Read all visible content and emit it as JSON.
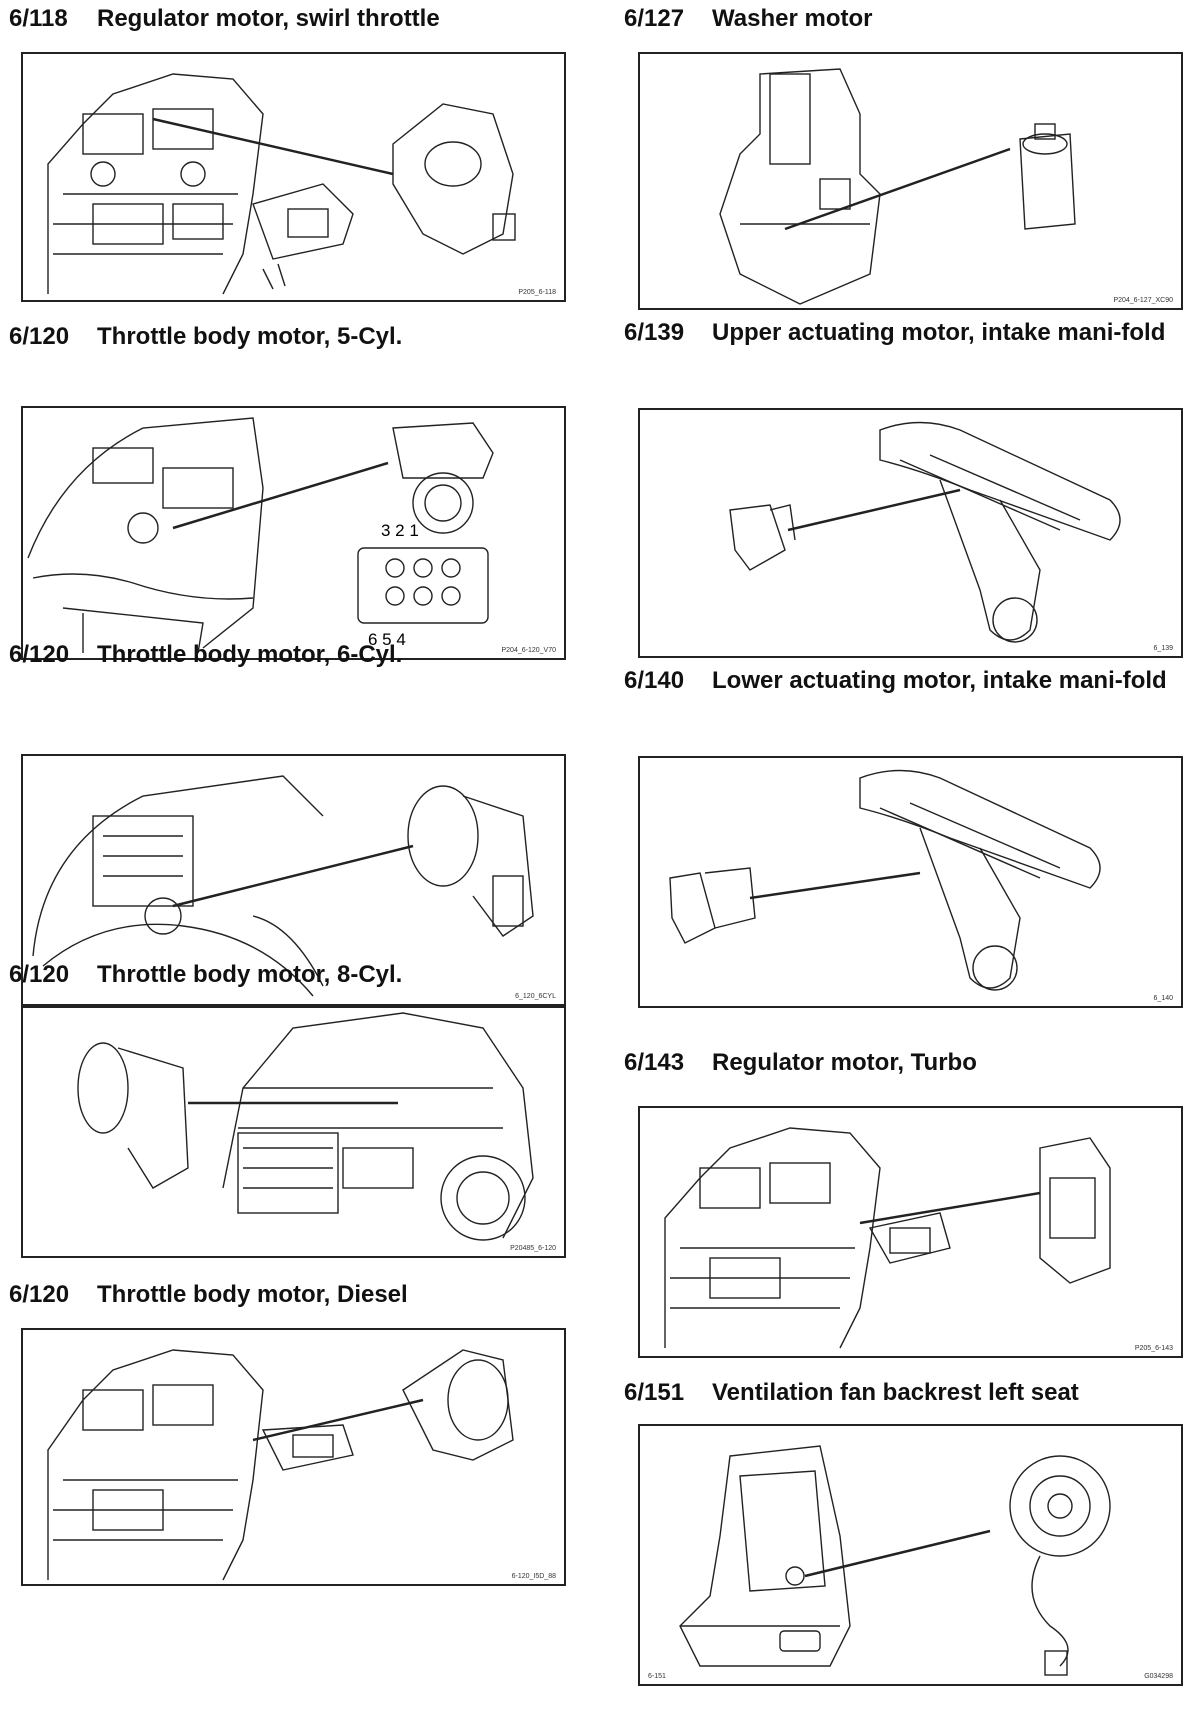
{
  "entries": [
    {
      "code": "6/118",
      "title": "Regulator motor, swirl throttle",
      "figure_ref": "P205_6-118",
      "icon": "engine-bay-swirl-throttle-illustration"
    },
    {
      "code": "6/120",
      "title": "Throttle body motor, 5-Cyl.",
      "figure_ref": "P204_6-120_V70",
      "icon": "throttle-body-5cyl-illustration",
      "connector_pins_top": "3 2 1",
      "connector_pins_bottom": "6 5 4"
    },
    {
      "code": "6/120",
      "title": "Throttle body motor, 6-Cyl.",
      "figure_ref": "6_120_6CYL",
      "icon": "throttle-body-6cyl-illustration"
    },
    {
      "code": "6/120",
      "title": "Throttle body motor, 8-Cyl.",
      "figure_ref": "P20485_6-120",
      "icon": "throttle-body-8cyl-illustration"
    },
    {
      "code": "6/120",
      "title": "Throttle body motor, Diesel",
      "figure_ref": "6-120_I5D_88",
      "icon": "throttle-body-diesel-illustration"
    },
    {
      "code": "6/127",
      "title": "Washer motor",
      "figure_ref": "P204_6-127_XC90",
      "icon": "washer-motor-illustration"
    },
    {
      "code": "6/139",
      "title": "Upper actuating motor, intake mani-fold",
      "figure_ref": "6_139",
      "icon": "upper-intake-actuator-illustration"
    },
    {
      "code": "6/140",
      "title": "Lower actuating motor, intake mani-fold",
      "figure_ref": "6_140",
      "icon": "lower-intake-actuator-illustration"
    },
    {
      "code": "6/143",
      "title": "Regulator motor, Turbo",
      "figure_ref": "P205_6-143",
      "icon": "turbo-regulator-illustration"
    },
    {
      "code": "6/151",
      "title": "Ventilation fan backrest left seat",
      "figure_ref_left": "6-151",
      "figure_ref": "G034298",
      "icon": "seat-ventilation-fan-illustration"
    }
  ]
}
